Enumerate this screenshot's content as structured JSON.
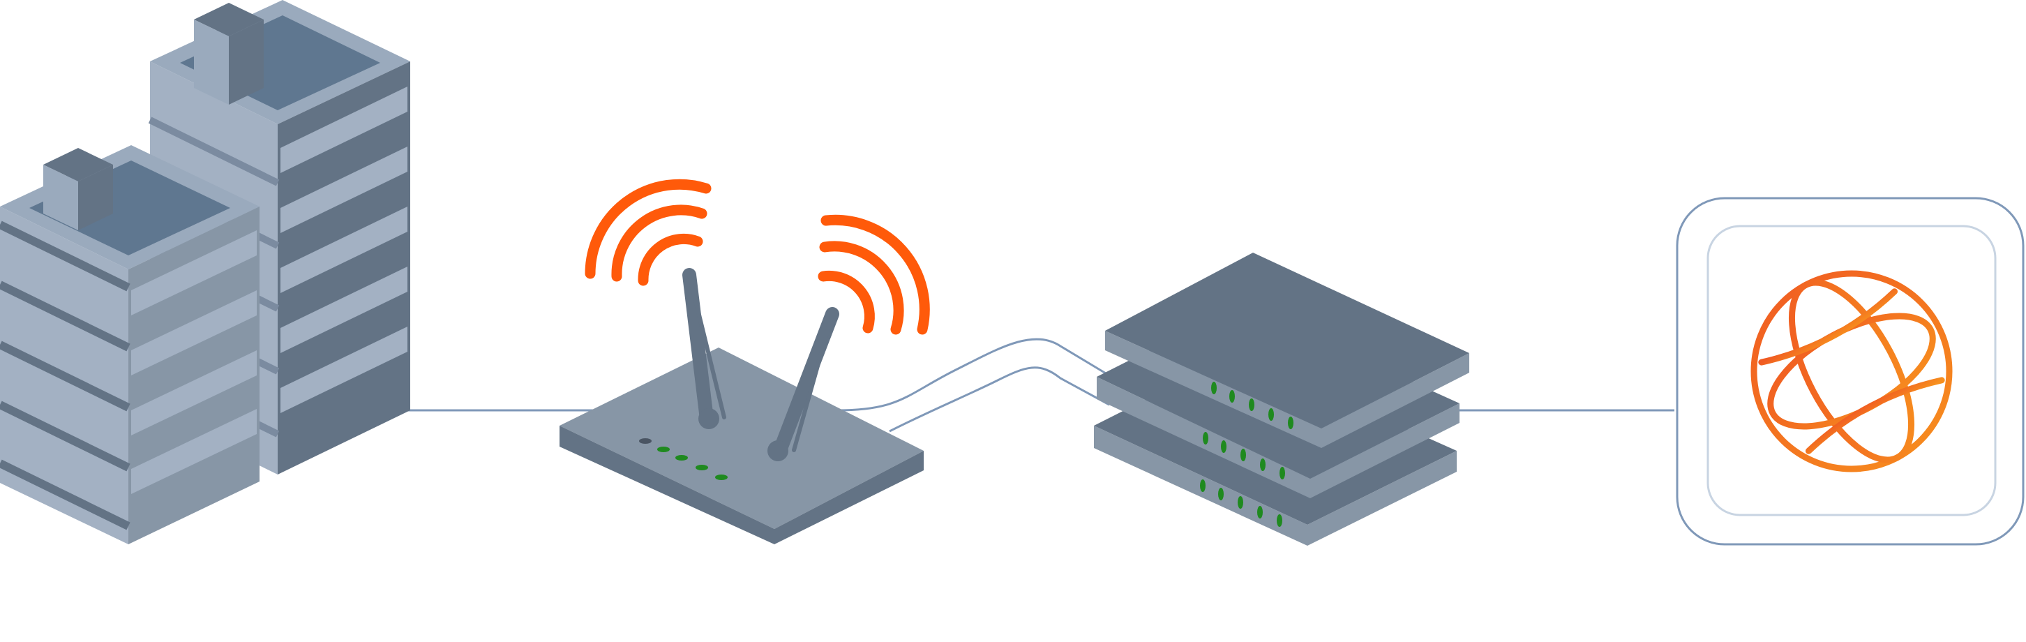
{
  "diagram": {
    "nodes": [
      {
        "id": "office-buildings",
        "icon": "office-building-icon"
      },
      {
        "id": "wifi-router",
        "icon": "wireless-router-icon"
      },
      {
        "id": "network-switch-stack",
        "icon": "network-switch-icon"
      },
      {
        "id": "internet",
        "icon": "globe-icon"
      }
    ],
    "edges": [
      {
        "from": "office-buildings",
        "to": "wifi-router",
        "style": "solid"
      },
      {
        "from": "wifi-router",
        "to": "network-switch-stack",
        "style": "cable"
      },
      {
        "from": "network-switch-stack",
        "to": "internet",
        "style": "solid"
      }
    ]
  },
  "colors": {
    "background": "#ffffff",
    "line": "#7f98b8",
    "device_top": "#8796a6",
    "device_dark": "#637385",
    "device_light": "#a3b1c3",
    "signal": "#ff5a0a",
    "led": "#1f8a1f",
    "globe_from": "#f05a22",
    "globe_to": "#f7901e"
  }
}
